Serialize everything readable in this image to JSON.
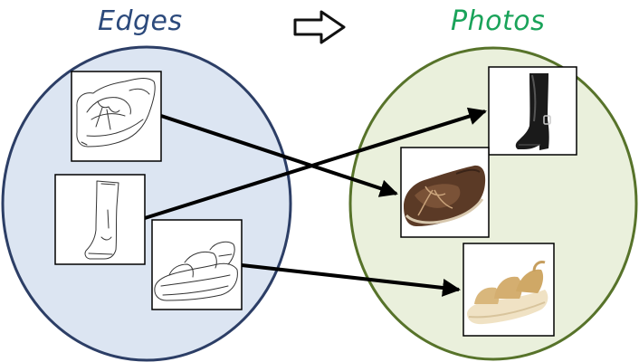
{
  "headings": {
    "left": "Edges",
    "right": "Photos"
  },
  "colors": {
    "left_heading": "#2c4a7c",
    "right_heading": "#1aa35a",
    "left_circle_fill": "#dce5f2",
    "left_circle_stroke": "#2c3e66",
    "right_circle_fill": "#eaf0dc",
    "right_circle_stroke": "#57732a",
    "arrow": "#000000"
  },
  "left_items": [
    {
      "name": "edge-moccasin",
      "depicts": "moccasin-sketch"
    },
    {
      "name": "edge-boot",
      "depicts": "boot-sketch"
    },
    {
      "name": "edge-sandal",
      "depicts": "sandal-sketch"
    }
  ],
  "right_items": [
    {
      "name": "photo-boot",
      "depicts": "boot-photo"
    },
    {
      "name": "photo-moccasin",
      "depicts": "moccasin-photo"
    },
    {
      "name": "photo-sandal",
      "depicts": "sandal-photo"
    }
  ],
  "mappings": [
    {
      "from": "edge-moccasin",
      "to": "photo-moccasin"
    },
    {
      "from": "edge-boot",
      "to": "photo-boot"
    },
    {
      "from": "edge-sandal",
      "to": "photo-sandal"
    }
  ]
}
